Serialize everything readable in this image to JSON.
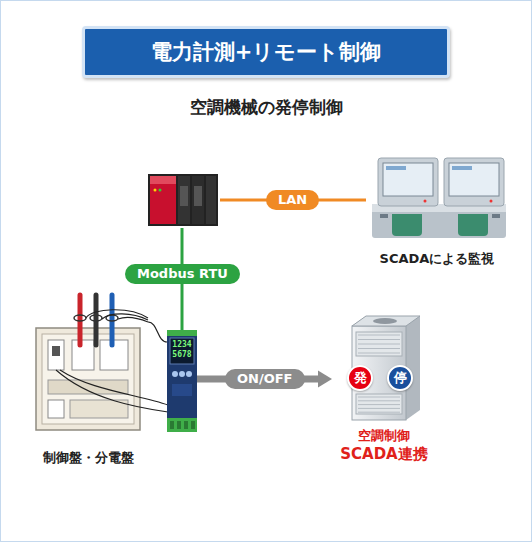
{
  "diagram": {
    "title": "電力計測+リモート制御",
    "nodes": [
      {
        "text": []
      },
      {
        "text": [
          "SCADAによる監視"
        ]
      },
      {
        "text": [
          "制御盤・分電盤"
        ]
      },
      {
        "text": [
          "1234",
          "5678"
        ]
      },
      {
        "text": [
          "空調制御",
          "SCADA連携"
        ]
      },
      {
        "text": [
          "発"
        ],
        "in": 4
      },
      {
        "text": [
          "停"
        ],
        "in": 4
      }
    ],
    "edges": [
      {
        "from": 0,
        "to": 1,
        "label": "LAN",
        "arrow": "none"
      },
      {
        "from": 0,
        "to": 3,
        "label": "Modbus RTU",
        "arrow": "none"
      },
      {
        "from": 3,
        "to": 4,
        "label": "ON/OFF",
        "arrow": "to"
      },
      {
        "from": 2,
        "to": 3,
        "arrow": "none"
      }
    ],
    "labels": [
      "空調機械の発停制御"
    ]
  }
}
